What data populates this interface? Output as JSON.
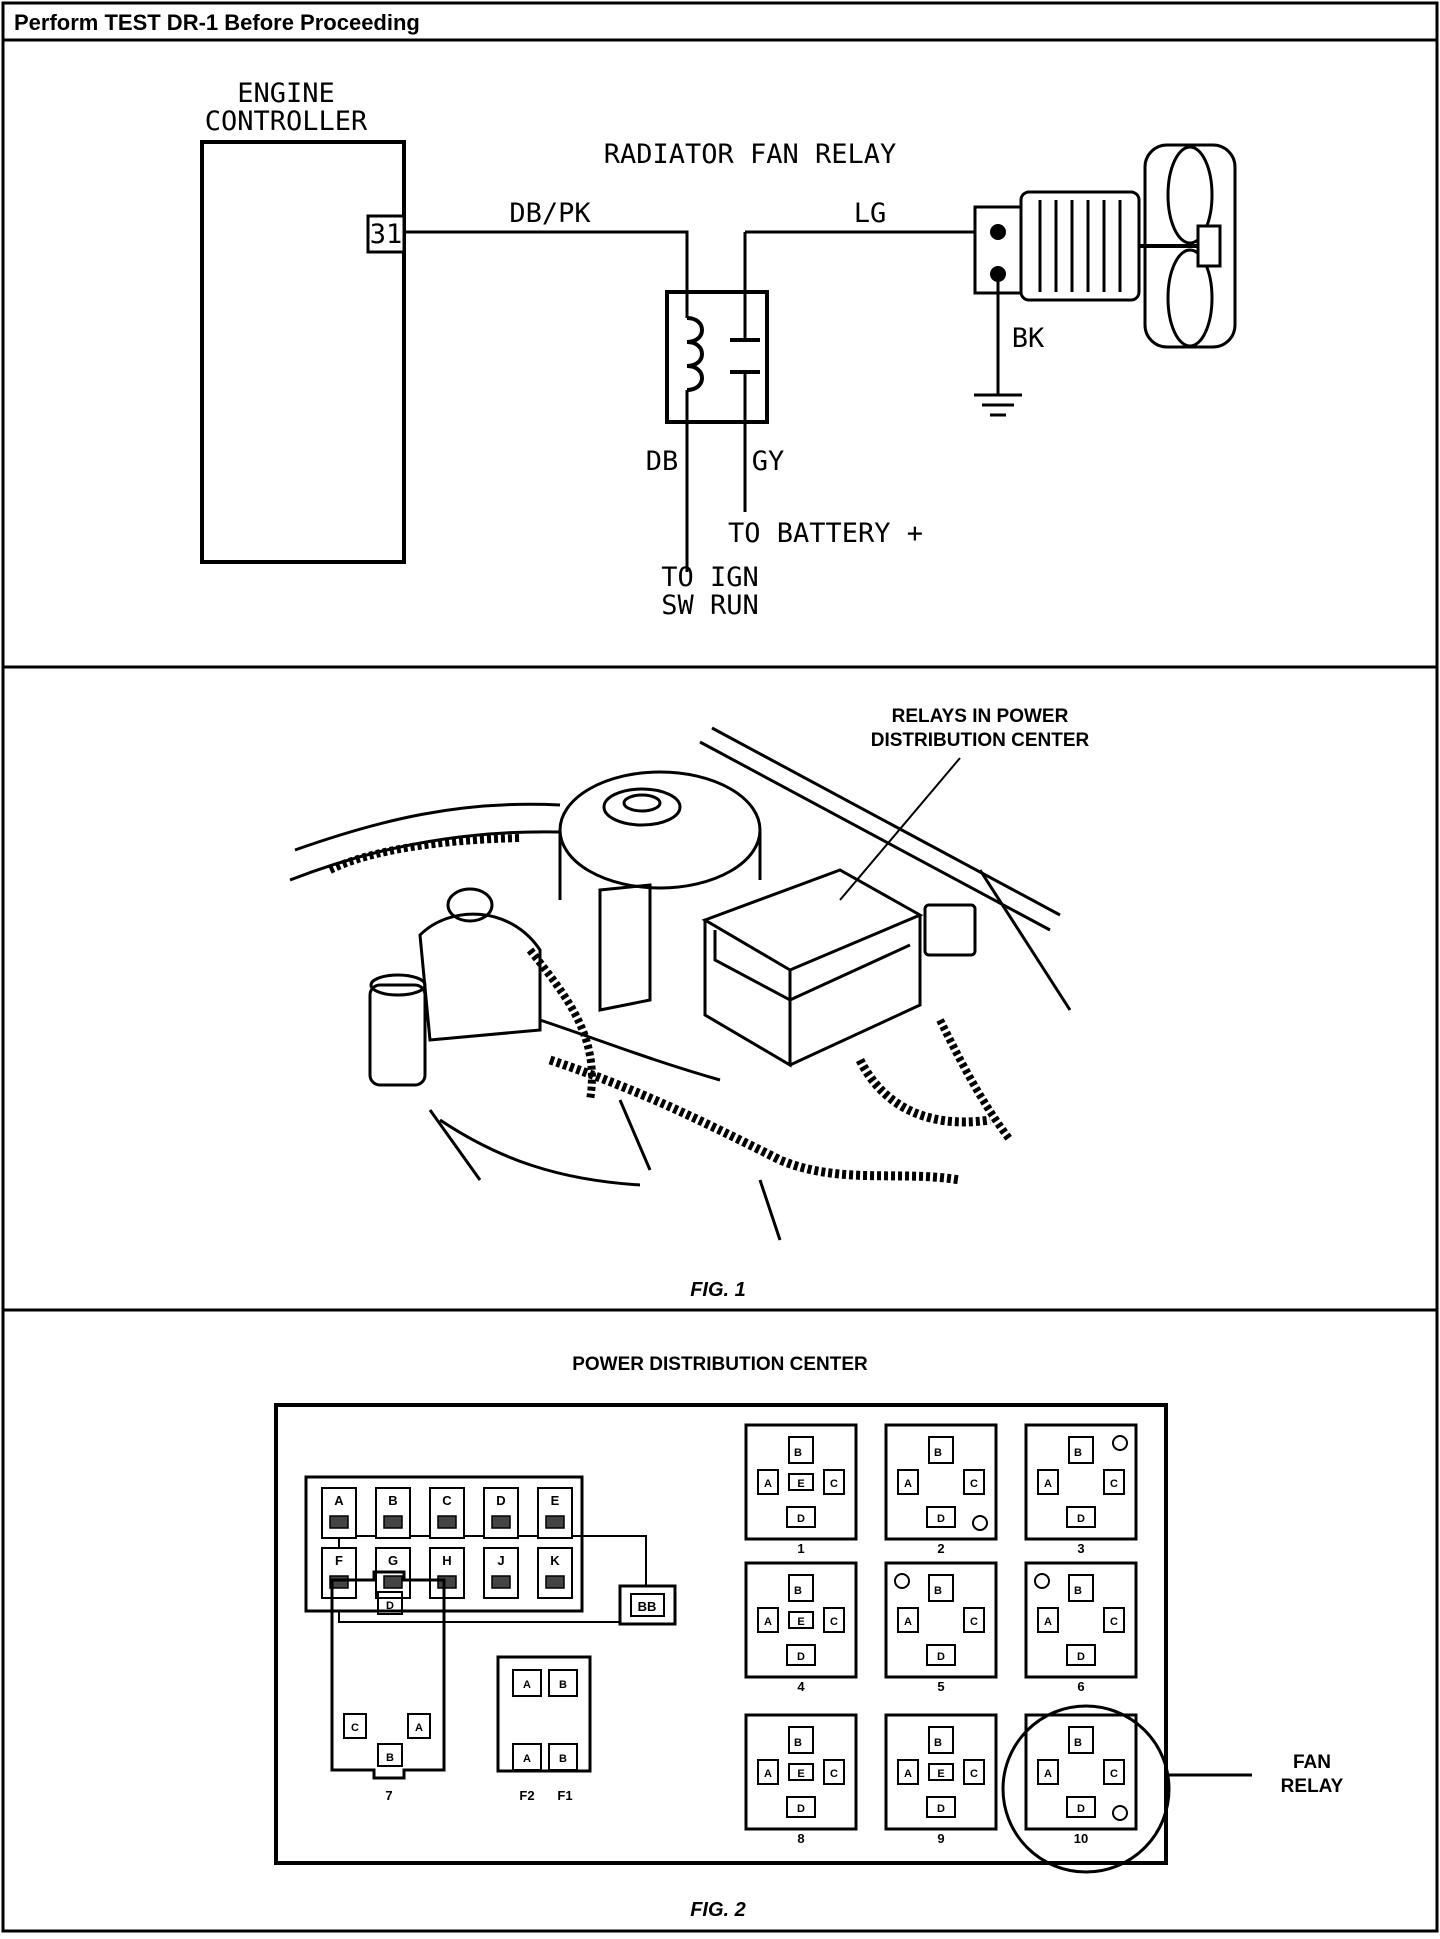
{
  "header": {
    "title": "Perform TEST DR-1 Before Proceeding"
  },
  "schematic": {
    "engine_controller_line1": "ENGINE",
    "engine_controller_line2": "CONTROLLER",
    "pin": "31",
    "relay_title": "RADIATOR FAN RELAY",
    "wire_db_pk": "DB/PK",
    "wire_lg": "LG",
    "wire_bk": "BK",
    "wire_db": "DB",
    "wire_gy": "GY",
    "to_battery": "TO BATTERY +",
    "to_ign_line1": "TO IGN",
    "to_ign_line2": "SW RUN"
  },
  "fig1": {
    "callout_line1": "RELAYS IN POWER",
    "callout_line2": "DISTRIBUTION CENTER",
    "caption": "FIG. 1"
  },
  "fig2": {
    "title": "POWER DISTRIBUTION CENTER",
    "fuse_top": [
      "A",
      "B",
      "C",
      "D",
      "E"
    ],
    "fuse_bottom": [
      "F",
      "G",
      "H",
      "J",
      "K"
    ],
    "bb": "BB",
    "relay7_pins": {
      "top": "D",
      "left": "C",
      "right": "A",
      "bottom": "B"
    },
    "relay7_label": "7",
    "maxi_fuse_letters": [
      "A",
      "B",
      "A",
      "B"
    ],
    "f2": "F2",
    "f1": "F1",
    "relay_numbers": [
      "1",
      "2",
      "3",
      "4",
      "5",
      "6",
      "8",
      "9",
      "10"
    ],
    "relay_pin_letters": {
      "top": "B",
      "left": "A",
      "right": "C",
      "bottom": "D",
      "center": "E"
    },
    "fan_relay_line1": "FAN",
    "fan_relay_line2": "RELAY",
    "caption": "FIG. 2"
  }
}
